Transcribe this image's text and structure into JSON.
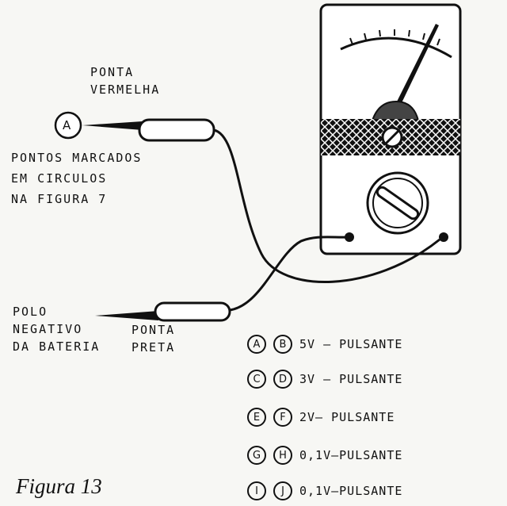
{
  "labels": {
    "ponta_vermelha": [
      "PONTA",
      "VERMELHA"
    ],
    "circle_a": "A",
    "pontos": [
      "PONTOS  MARCADOS",
      "EM  CIRCULOS",
      "NA  FIGURA  7"
    ],
    "polo": [
      "POLO",
      "NEGATIVO",
      "DA BATERIA"
    ],
    "ponta_preta": [
      "PONTA",
      "PRETA"
    ],
    "figure_caption": "Figura 13"
  },
  "readings": [
    {
      "a": "A",
      "b": "B",
      "value": "5V — PULSANTE"
    },
    {
      "a": "C",
      "b": "D",
      "value": "3V — PULSANTE"
    },
    {
      "a": "E",
      "b": "F",
      "value": "2V— PULSANTE"
    },
    {
      "a": "G",
      "b": "H",
      "value": "0,1V—PULSANTE"
    },
    {
      "a": "I",
      "b": "J",
      "value": "0,1V—PULSANTE"
    }
  ],
  "colors": {
    "ink": "#111111",
    "paper": "#f7f7f4"
  }
}
